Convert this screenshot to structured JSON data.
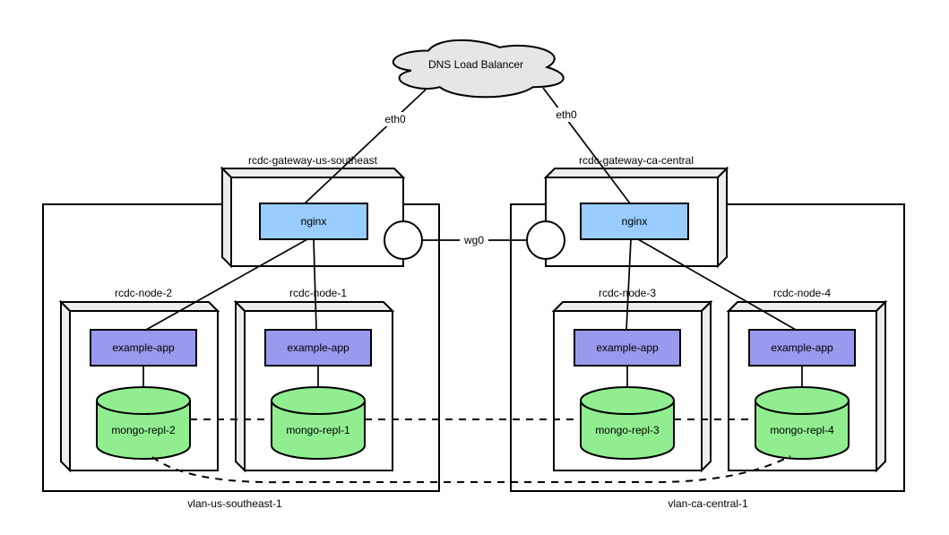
{
  "diagram": {
    "cloud": {
      "label": "DNS Load Balancer"
    },
    "interfaces": {
      "eth0": "eth0",
      "wg0": "wg0"
    },
    "gateways": [
      {
        "name": "rcdc-gateway-us-southeast",
        "service": "nginx"
      },
      {
        "name": "rcdc-gateway-ca-central",
        "service": "nginx"
      }
    ],
    "vlans": [
      {
        "name": "vlan-us-southeast-1",
        "nodes": [
          {
            "name": "rcdc-node-2",
            "app": "example-app",
            "db": "mongo-repl-2"
          },
          {
            "name": "rcdc-node-1",
            "app": "example-app",
            "db": "mongo-repl-1"
          }
        ]
      },
      {
        "name": "vlan-ca-central-1",
        "nodes": [
          {
            "name": "rcdc-node-3",
            "app": "example-app",
            "db": "mongo-repl-3"
          },
          {
            "name": "rcdc-node-4",
            "app": "example-app",
            "db": "mongo-repl-4"
          }
        ]
      }
    ],
    "colors": {
      "cloud_fill": "#e6e6e6",
      "bevel_fill": "#ededed",
      "box_fill": "#ffffff",
      "nginx_fill": "#99ccff",
      "app_fill": "#9999ee",
      "db_fill": "#90ee90",
      "line": "#000000"
    }
  }
}
